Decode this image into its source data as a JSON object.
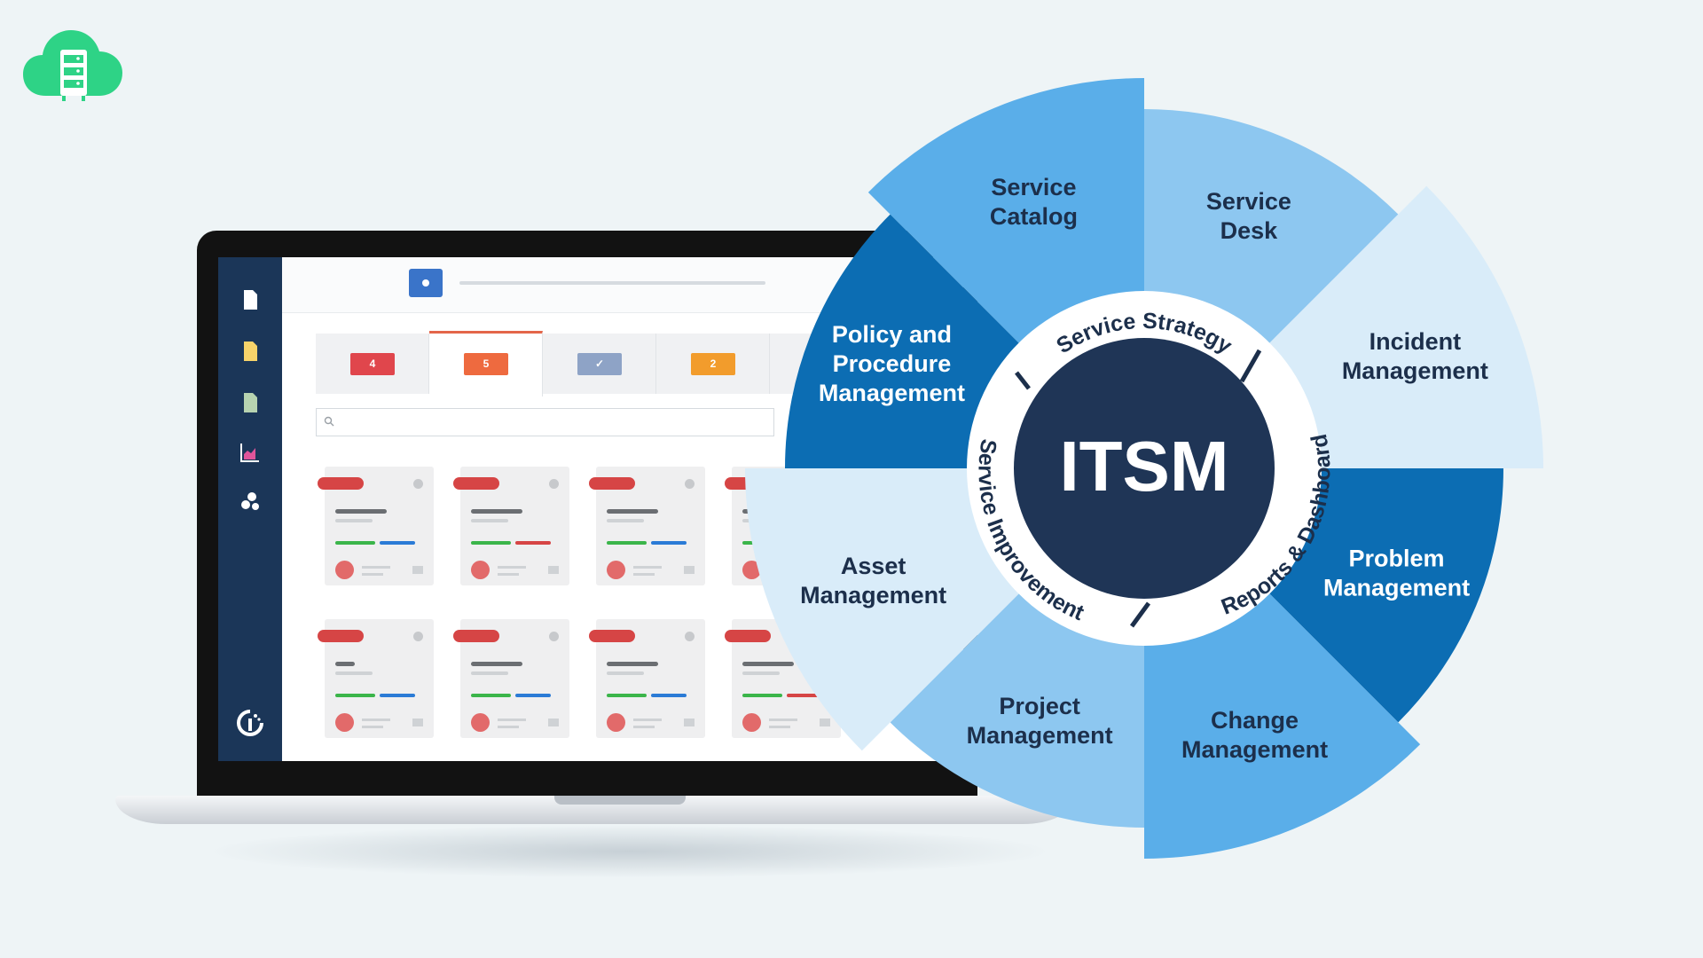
{
  "diagram": {
    "center_label": "ITSM",
    "ring_labels": [
      "Service Strategy",
      "Reports & Dashboard",
      "Service Improvement"
    ],
    "segments": [
      {
        "lines": [
          "Service",
          "Catalog"
        ],
        "color": "#5aaee9",
        "text_color": "#1c2f4b"
      },
      {
        "lines": [
          "Service",
          "Desk"
        ],
        "color": "#8dc7f0",
        "text_color": "#1c2f4b"
      },
      {
        "lines": [
          "Incident",
          "Management"
        ],
        "color": "#d9ecf9",
        "text_color": "#1c2f4b"
      },
      {
        "lines": [
          "Problem",
          "Management"
        ],
        "color": "#0c6db3",
        "text_color": "#ffffff"
      },
      {
        "lines": [
          "Change",
          "Management"
        ],
        "color": "#5aaee9",
        "text_color": "#1c2f4b"
      },
      {
        "lines": [
          "Project",
          "Management"
        ],
        "color": "#8dc7f0",
        "text_color": "#1c2f4b"
      },
      {
        "lines": [
          "Asset",
          "Management"
        ],
        "color": "#d9ecf9",
        "text_color": "#1c2f4b"
      },
      {
        "lines": [
          "Policy and",
          "Procedure",
          "Management"
        ],
        "color": "#0c6db3",
        "text_color": "#ffffff"
      }
    ],
    "center_color": "#1f3556",
    "ring_color": "#ffffff"
  },
  "app": {
    "tabs": [
      {
        "badge": "4",
        "color": "#e0464c"
      },
      {
        "badge": "5",
        "color": "#ee6a3f"
      },
      {
        "badge": "✓",
        "color": "#8ea3c6"
      },
      {
        "badge": "2",
        "color": "#f29c2c"
      }
    ],
    "sidebar_icons": [
      "document-icon",
      "note-icon",
      "file-icon",
      "chart-icon",
      "bubbles-icon",
      "brand-icon"
    ]
  }
}
